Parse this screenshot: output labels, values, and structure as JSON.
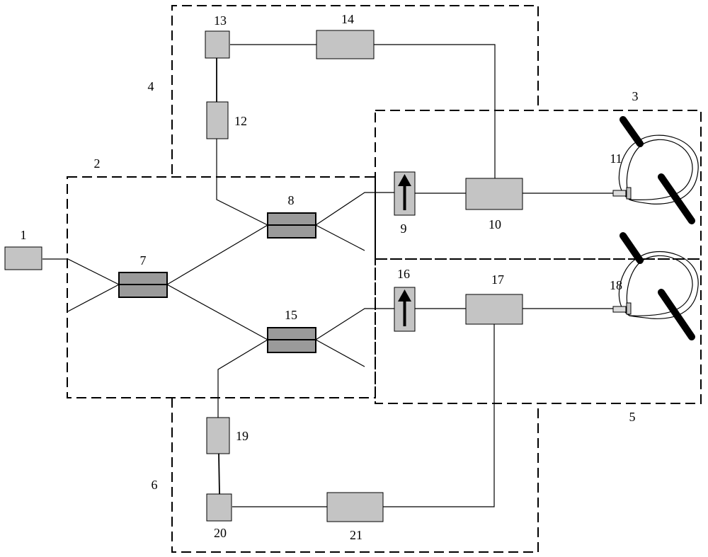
{
  "labels": {
    "n1": "1",
    "n2": "2",
    "n3": "3",
    "n4": "4",
    "n5": "5",
    "n6": "6",
    "n7": "7",
    "n8": "8",
    "n9": "9",
    "n10": "10",
    "n11": "11",
    "n12": "12",
    "n13": "13",
    "n14": "14",
    "n15": "15",
    "n16": "16",
    "n17": "17",
    "n18": "18",
    "n19": "19",
    "n20": "20",
    "n21": "21"
  },
  "colors": {
    "component_fill": "#c4c4c4",
    "coupler_fill": "#9a9a9a",
    "line": "#000000",
    "background": "#ffffff"
  }
}
